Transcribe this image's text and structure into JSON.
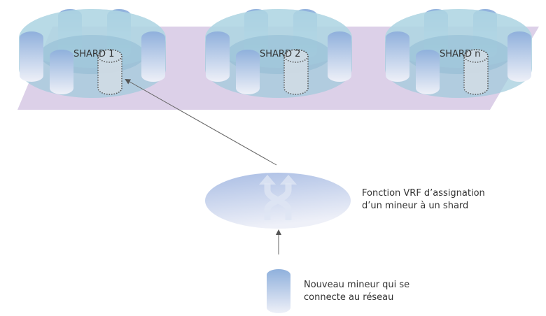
{
  "shards": [
    {
      "label": "SHARD 1"
    },
    {
      "label": "SHARD 2"
    },
    {
      "label": "SHARD n"
    }
  ],
  "vrf": {
    "line1": "Fonction VRF d’assignation",
    "line2": "d’un mineur à un shard"
  },
  "miner": {
    "line1": "Nouveau mineur qui se",
    "line2": "connecte au réseau"
  },
  "colors": {
    "plane": "#dcd0e8",
    "disk": "#a8d2e0",
    "cylinder": "#8cb4d8",
    "arrow": "#555555"
  }
}
